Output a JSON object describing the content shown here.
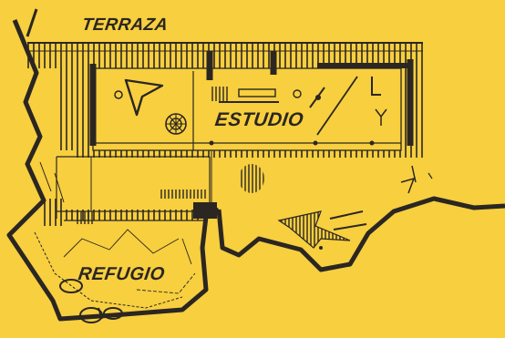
{
  "labels": {
    "terrace": "TERRAZA",
    "studio": "ESTUDIO",
    "refuge": "REFUGIO"
  },
  "colors": {
    "background": "#f7cf3f",
    "ink": "#2b2622"
  }
}
